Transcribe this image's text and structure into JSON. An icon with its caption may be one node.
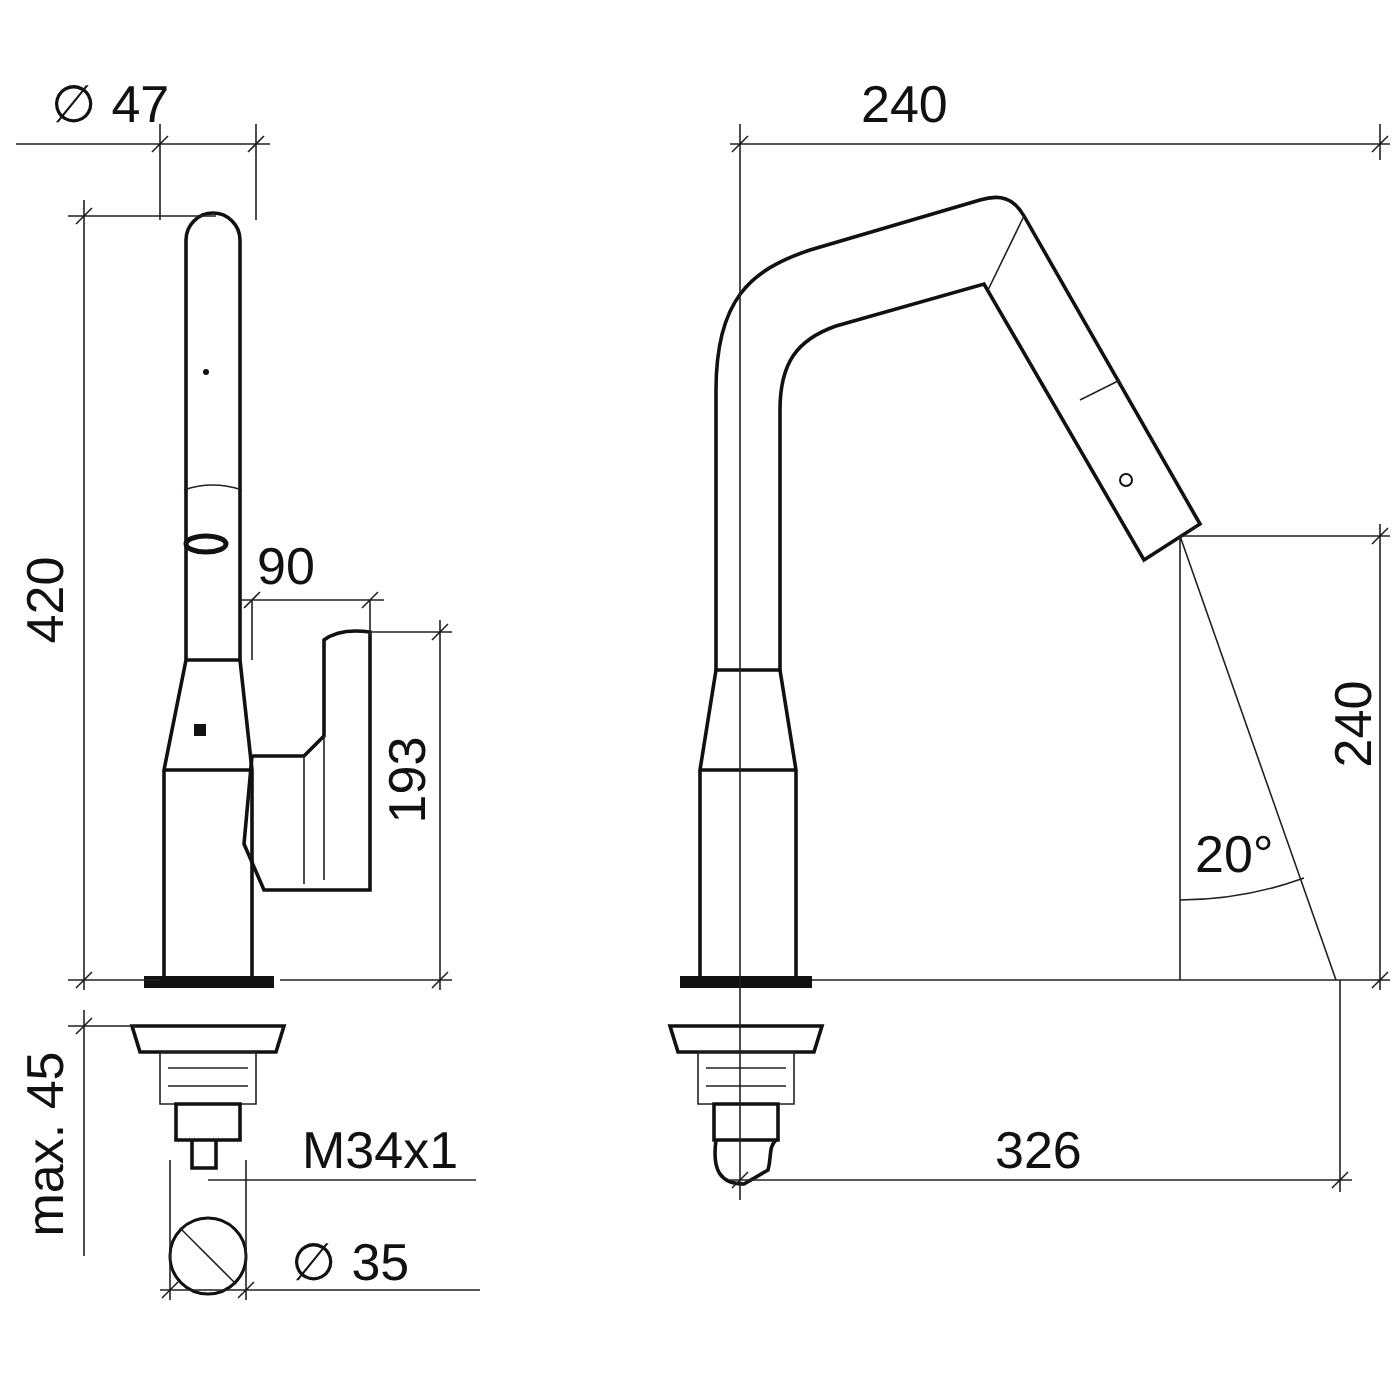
{
  "diagram": {
    "labels": [
      "∅ 47",
      "240",
      "420",
      "90",
      "193",
      "240",
      "20°",
      "max. 45",
      "M34x1",
      "326",
      "∅ 35"
    ]
  }
}
